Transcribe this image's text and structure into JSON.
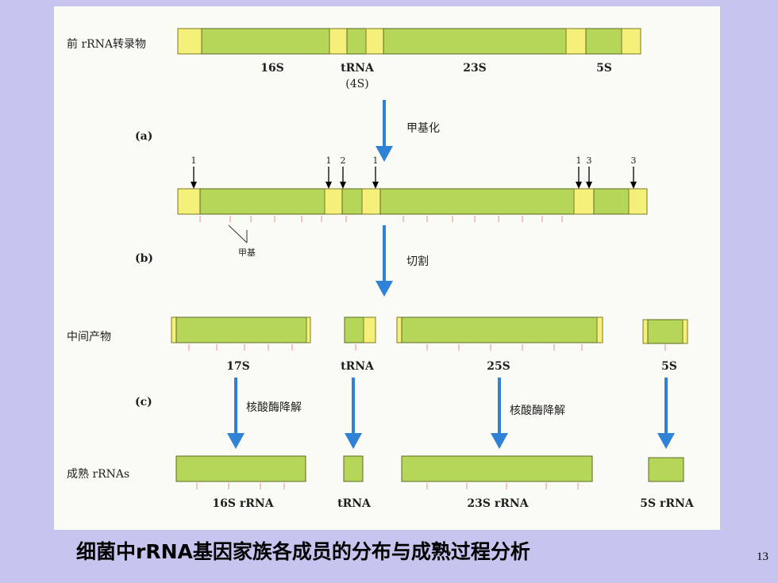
{
  "diagram": {
    "rows": {
      "precursor": {
        "label": "前 rRNA转录物",
        "segments": [
          "16S",
          "tRNA",
          "(4S)",
          "23S",
          "5S"
        ]
      },
      "intermediate": {
        "label": "中间产物",
        "segments": [
          "17S",
          "tRNA",
          "25S",
          "5S"
        ]
      },
      "mature": {
        "label": "成熟 rRNAs",
        "segments": [
          "16S rRNA",
          "tRNA",
          "23S rRNA",
          "5S rRNA"
        ]
      }
    },
    "steps": {
      "a": {
        "marker": "(a)",
        "label": "甲基化"
      },
      "b": {
        "marker": "(b)",
        "label": "切割",
        "annotation": "甲基"
      },
      "c": {
        "marker": "(c)",
        "label_left": "核酸酶降解",
        "label_right": "核酸酶降解"
      }
    },
    "cut_sites": [
      "1",
      "1",
      "2",
      "1",
      "1",
      "3",
      "3"
    ]
  },
  "caption": "细菌中rRNA基因家族各成员的分布与成熟过程分析",
  "page_number": "13",
  "colors": {
    "background": "#c6c5ef",
    "segment_green": "#b6d65a",
    "segment_yellow": "#f4f07a",
    "arrow_blue": "#2f82d6"
  }
}
